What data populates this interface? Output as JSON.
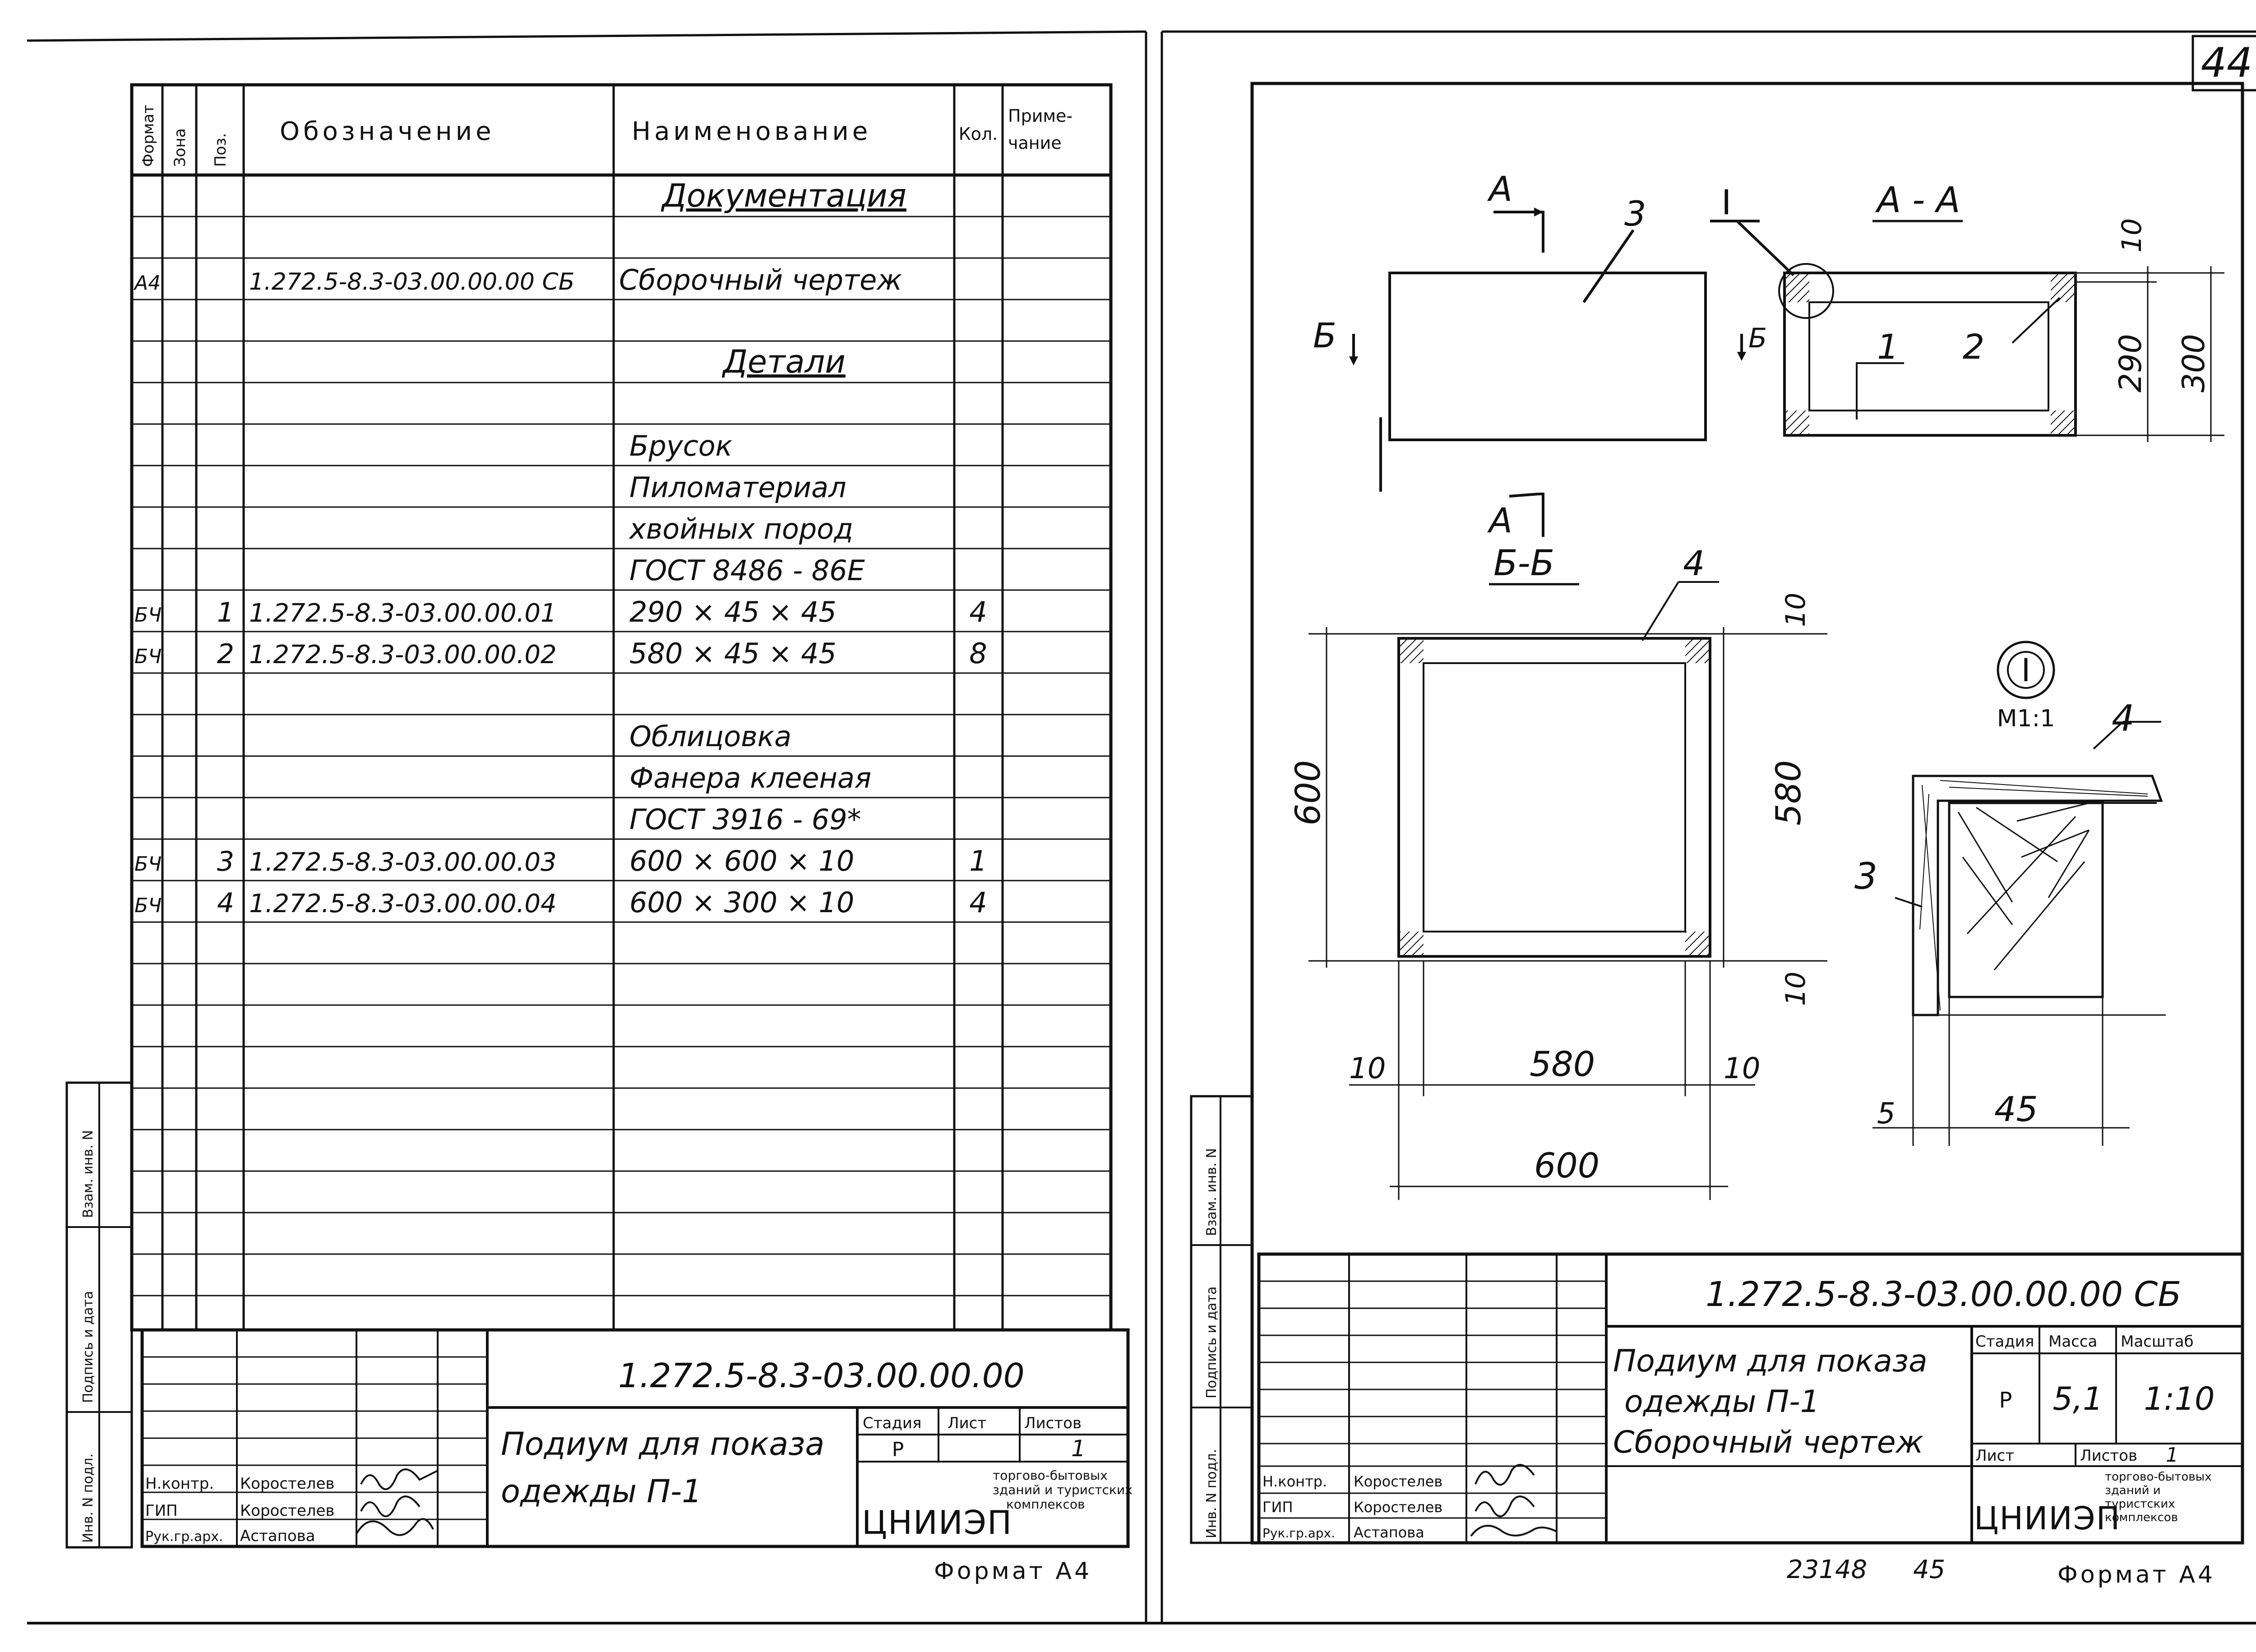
{
  "page_number": "44",
  "left_sheet": {
    "spec_headers": {
      "format": "Формат",
      "zone": "Зона",
      "pos": "Поз.",
      "designation": "Обозначение",
      "name": "Наименование",
      "qty": "Кол.",
      "note_line1": "Приме-",
      "note_line2": "чание"
    },
    "spec_rows": [
      {
        "fmt": "",
        "pos": "",
        "designation": "",
        "name": "Документация",
        "qty": "",
        "heading": true
      },
      {
        "fmt": "А4",
        "pos": "",
        "designation": "1.272.5-8.3-03.00.00.00 СБ",
        "name": "Сборочный чертеж",
        "qty": ""
      },
      {
        "fmt": "",
        "pos": "",
        "designation": "",
        "name": "Детали",
        "qty": "",
        "heading": true
      },
      {
        "fmt": "",
        "pos": "",
        "designation": "",
        "name": "Брусок",
        "qty": ""
      },
      {
        "fmt": "",
        "pos": "",
        "designation": "",
        "name": "Пиломатериал",
        "qty": ""
      },
      {
        "fmt": "",
        "pos": "",
        "designation": "",
        "name": "хвойных пород",
        "qty": ""
      },
      {
        "fmt": "",
        "pos": "",
        "designation": "",
        "name": "ГОСТ 8486 - 86Е",
        "qty": ""
      },
      {
        "fmt": "БЧ",
        "pos": "1",
        "designation": "1.272.5-8.3-03.00.00.01",
        "name": "290 × 45 × 45",
        "qty": "4"
      },
      {
        "fmt": "БЧ",
        "pos": "2",
        "designation": "1.272.5-8.3-03.00.00.02",
        "name": "580 × 45 × 45",
        "qty": "8"
      },
      {
        "fmt": "",
        "pos": "",
        "designation": "",
        "name": "Облицовка",
        "qty": ""
      },
      {
        "fmt": "",
        "pos": "",
        "designation": "",
        "name": "Фанера клееная",
        "qty": ""
      },
      {
        "fmt": "",
        "pos": "",
        "designation": "",
        "name": "ГОСТ 3916 - 69*",
        "qty": ""
      },
      {
        "fmt": "БЧ",
        "pos": "3",
        "designation": "1.272.5-8.3-03.00.00.03",
        "name": "600 × 600 × 10",
        "qty": "1"
      },
      {
        "fmt": "БЧ",
        "pos": "4",
        "designation": "1.272.5-8.3-03.00.00.04",
        "name": "600 × 300 × 10",
        "qty": "4"
      }
    ],
    "side_stamp": [
      "Инв. N подл.",
      "Подпись и дата",
      "Взам. инв. N"
    ],
    "title_block": {
      "code": "1.272.5-8.3-03.00.00.00",
      "title_line1": "Подиум для показа",
      "title_line2": "одежды П-1",
      "stage_label": "Стадия",
      "sheet_label": "Лист",
      "sheets_label": "Листов",
      "stage": "Р",
      "sheets": "1",
      "roles": [
        {
          "role": "Н.контр.",
          "name": "Коростелев"
        },
        {
          "role": "ГИП",
          "name": "Коростелев"
        },
        {
          "role": "Рук.гр.арх.",
          "name": "Астапова"
        }
      ],
      "org_logo": "ЦНИИЭП",
      "org_line1": "торгово-бытовых",
      "org_line2": "зданий и туристских",
      "org_line3": "комплексов"
    },
    "format": "Формат А4"
  },
  "right_sheet": {
    "drawing": {
      "section_a": "А",
      "section_b": "Б",
      "view_aa": "А - А",
      "view_bb": "Б-Б",
      "node_label": "I",
      "node_scale": "М1:1",
      "leaders": [
        "1",
        "2",
        "3",
        "4"
      ],
      "dims": {
        "d10": "10",
        "d290": "290",
        "d300": "300",
        "d600": "600",
        "d580": "580",
        "d5": "5",
        "d45": "45"
      }
    },
    "side_stamp": [
      "Инв. N подл.",
      "Подпись и дата",
      "Взам. инв. N"
    ],
    "title_block": {
      "code": "1.272.5-8.3-03.00.00.00 СБ",
      "title_line1": "Подиум для показа",
      "title_line2": "одежды П-1",
      "title_line3": "Сборочный чертеж",
      "stage_label": "Стадия",
      "mass_label": "Масса",
      "scale_label": "Масштаб",
      "stage": "Р",
      "mass": "5,1",
      "scale": "1:10",
      "sheet_label": "Лист",
      "sheets_label": "Листов",
      "sheets": "1",
      "roles": [
        {
          "role": "Н.контр.",
          "name": "Коростелев"
        },
        {
          "role": "ГИП",
          "name": "Коростелев"
        },
        {
          "role": "Рук.гр.арх.",
          "name": "Астапова"
        }
      ],
      "org_logo": "ЦНИИЭП",
      "org_line1": "торгово-бытовых",
      "org_line2": "зданий и",
      "org_line3": "туристских",
      "org_line4": "комплексов"
    },
    "archive_number": "23148",
    "archive_page": "45",
    "format": "Формат А4"
  }
}
